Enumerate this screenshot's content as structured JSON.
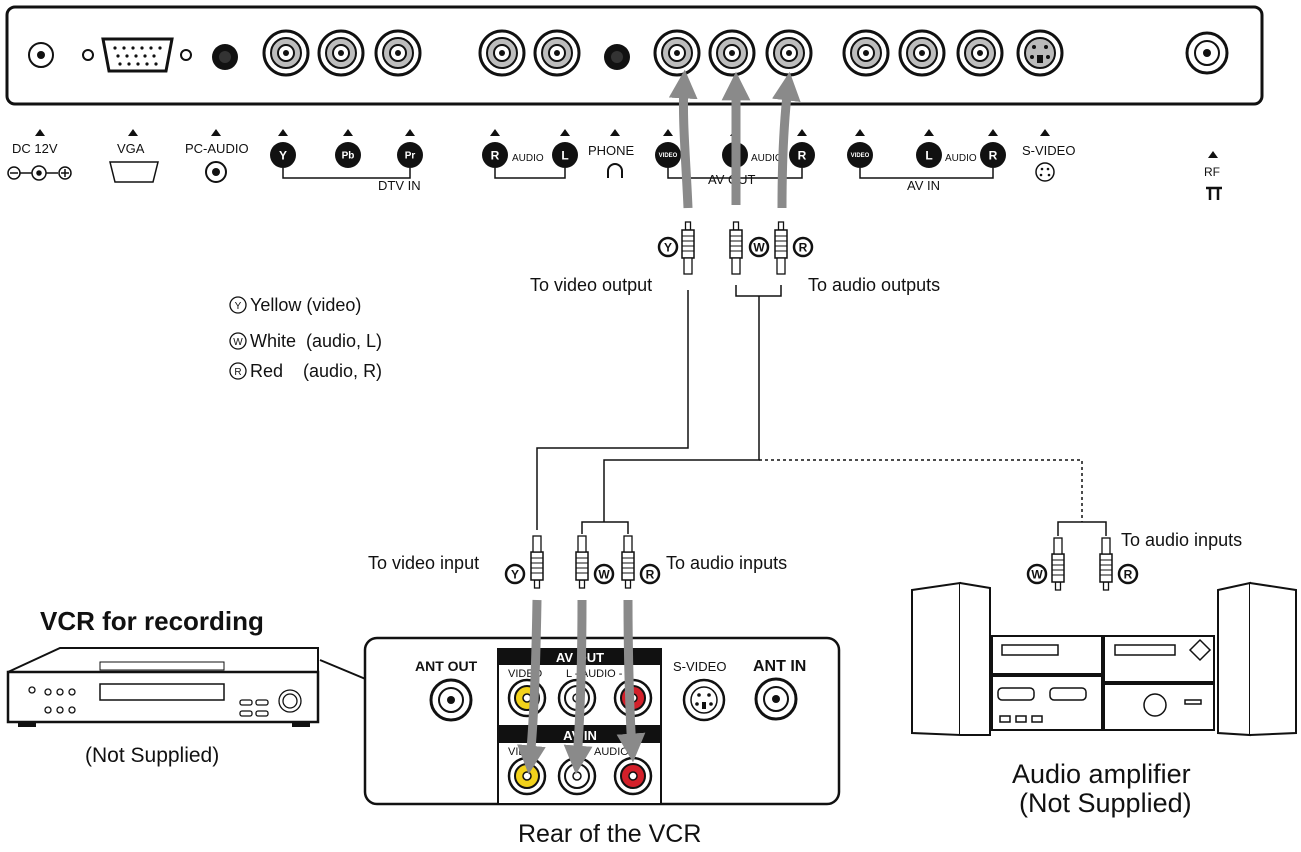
{
  "tv_panel": {
    "labels": {
      "dc12v": "DC 12V",
      "vga": "VGA",
      "pc_audio": "PC-AUDIO",
      "y": "Y",
      "pb": "Pb",
      "pr": "Pr",
      "dtv_in": "DTV IN",
      "r": "R",
      "audio": "AUDIO",
      "l": "L",
      "phone": "PHONE",
      "video": "VIDEO",
      "av_out": "AV OUT",
      "av_in": "AV IN",
      "s_video": "S-VIDEO",
      "rf": "RF"
    }
  },
  "cable_labels": {
    "to_video_output": "To video output",
    "to_audio_outputs": "To audio outputs",
    "to_video_input": "To video input",
    "to_audio_inputs": "To audio inputs",
    "to_audio_inputs_amp": "To audio inputs"
  },
  "plug_marks": {
    "y": "Y",
    "w": "W",
    "r": "R"
  },
  "legend": {
    "items": [
      {
        "mark": "Y",
        "text": "Yellow (video)"
      },
      {
        "mark": "W",
        "text": "White  (audio, L)"
      },
      {
        "mark": "R",
        "text": "Red    (audio, R)"
      }
    ]
  },
  "vcr": {
    "title": "VCR for recording",
    "note": "(Not Supplied)",
    "rear_caption": "Rear of the VCR",
    "rear_labels": {
      "ant_out": "ANT OUT",
      "av_out": "AV OUT",
      "av_in": "AV IN",
      "video": "VIDEO",
      "l_audio_r": "L - AUDIO - R",
      "audio": "AUDIO",
      "s_video": "S-VIDEO",
      "ant_in": "ANT IN"
    }
  },
  "amplifier": {
    "title": "Audio amplifier",
    "note": "(Not Supplied)"
  },
  "colors": {
    "arrow": "#8a8a8a",
    "yellow_jack": "#f2d21b",
    "red_jack": "#d3202a",
    "outline": "#111111"
  }
}
